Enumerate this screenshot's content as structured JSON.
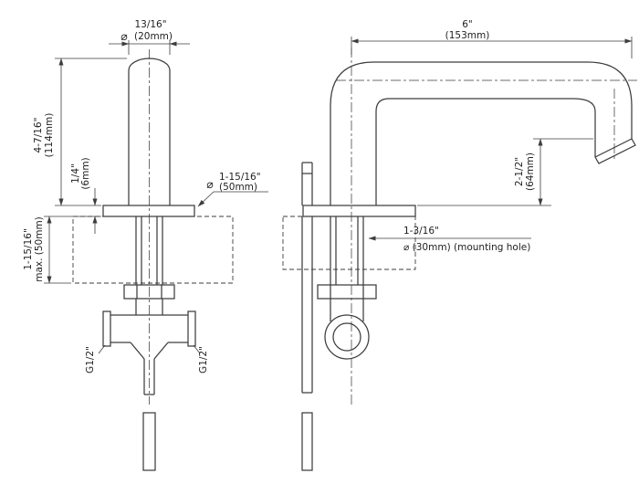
{
  "drawing": {
    "background": "#ffffff",
    "line_color": "#3d3d3d",
    "views": {
      "front": {
        "dims": {
          "handle_diameter": {
            "phi": "⌀",
            "inch": "13/16\"",
            "mm": "(20mm)"
          },
          "handle_height": {
            "inch": "4-7/16\"",
            "mm": "(114mm)"
          },
          "base_thickness": {
            "inch": "1/4\"",
            "mm": "(6mm)"
          },
          "base_diameter": {
            "phi": "⌀",
            "inch": "1-15/16\"",
            "mm": "(50mm)"
          },
          "deck_thickness": {
            "inch": "1-15/16\"",
            "mm": "max. (50mm)"
          },
          "thread_left": "G1/2\"",
          "thread_right": "G1/2\""
        }
      },
      "side": {
        "dims": {
          "spout_reach": {
            "inch": "6\"",
            "mm": "(153mm)"
          },
          "spout_height": {
            "inch": "2-1/2\"",
            "mm": "(64mm)"
          },
          "mounting_hole": {
            "inch": "1-3/16\"",
            "detail": "⌀ (30mm) (mounting hole)"
          }
        }
      }
    }
  }
}
